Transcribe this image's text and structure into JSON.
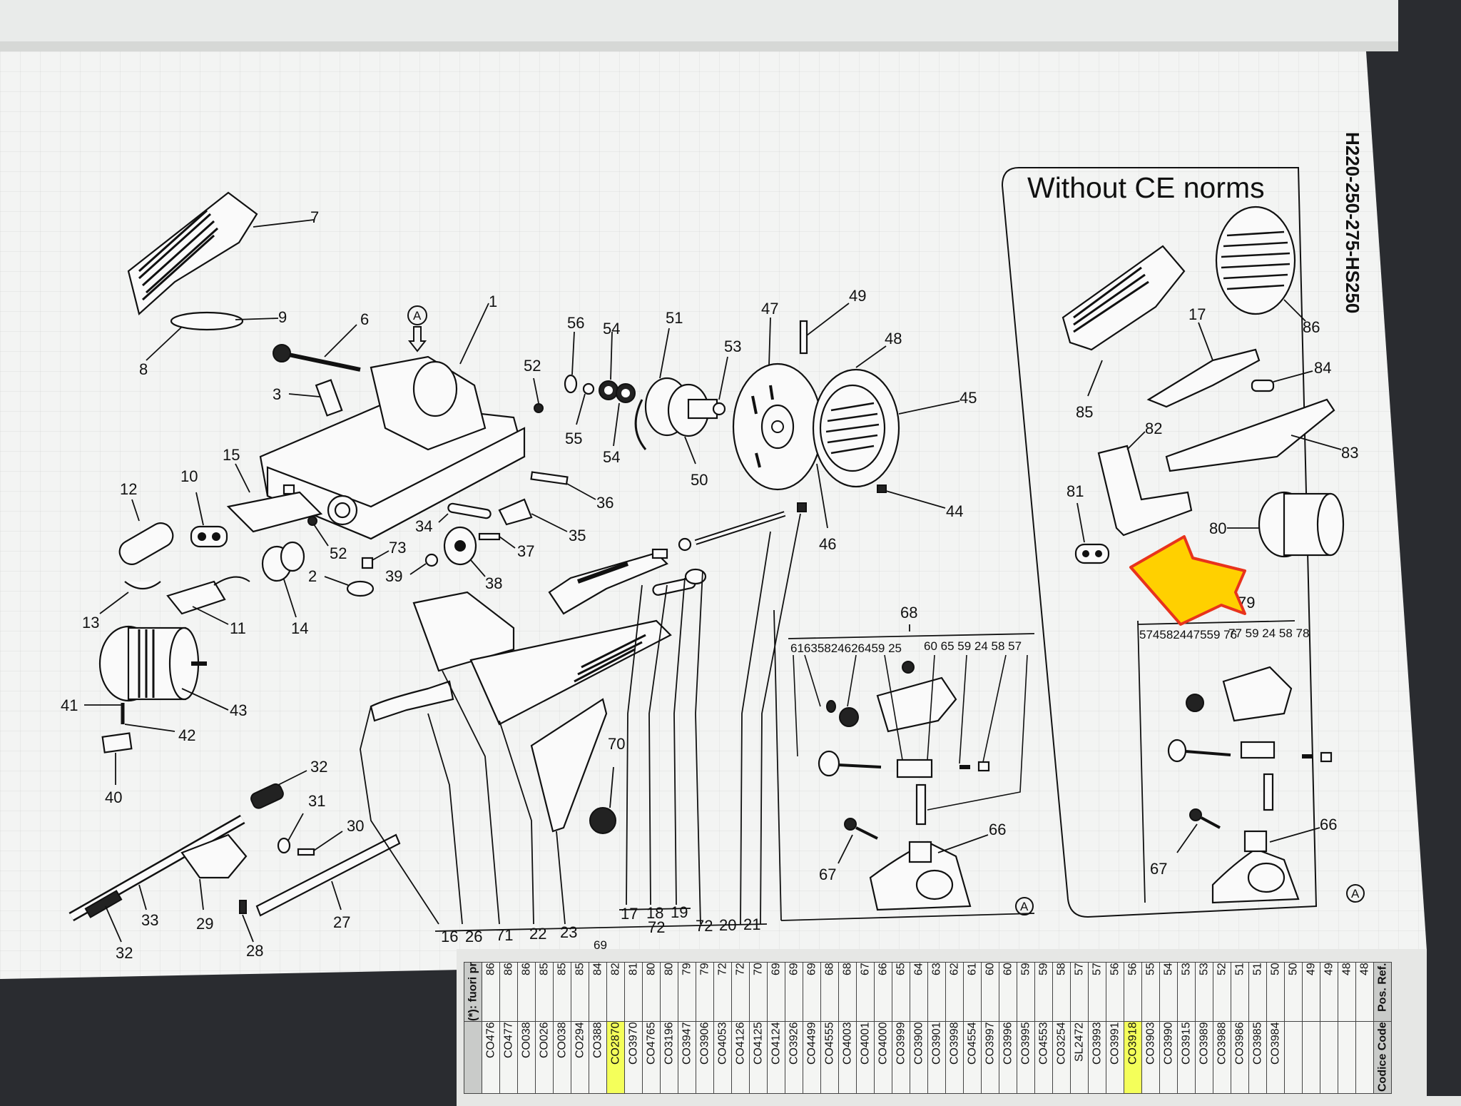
{
  "header": {
    "model_code": "H220-250-275-HS250",
    "ce_box_title": "Without CE norms"
  },
  "main_labels": {
    "l1": "1",
    "l2": "2",
    "l3": "3",
    "l6": "6",
    "l7": "7",
    "l8": "8",
    "l9": "9",
    "l10": "10",
    "l11": "11",
    "l12": "12",
    "l13": "13",
    "l14": "14",
    "l15": "15",
    "l16": "16",
    "l17": "17",
    "l18": "18",
    "l19": "19",
    "l20": "20",
    "l21": "21",
    "l22": "22",
    "l23": "23",
    "l26": "26",
    "l27": "27",
    "l28": "28",
    "l29": "29",
    "l30": "30",
    "l31": "31",
    "l32a": "32",
    "l32b": "32",
    "l33": "33",
    "l34": "34",
    "l35": "35",
    "l36": "36",
    "l37": "37",
    "l38": "38",
    "l39": "39",
    "l40": "40",
    "l41": "41",
    "l42": "42",
    "l43": "43",
    "l44": "44",
    "l45": "45",
    "l46": "46",
    "l47": "47",
    "l48": "48",
    "l49": "49",
    "l50": "50",
    "l51": "51",
    "l52a": "52",
    "l52b": "52",
    "l53": "53",
    "l54a": "54",
    "l54b": "54",
    "l55": "55",
    "l56": "56",
    "l69": "69",
    "l70": "70",
    "l71": "71",
    "l72a": "72",
    "l72b": "72",
    "l73": "73",
    "marker_a": "A"
  },
  "detail_a": {
    "l68": "68",
    "row": "61635824626459 25",
    "row2": "60 65 59 24 58 57",
    "l66": "66",
    "l67": "67",
    "marker": "A"
  },
  "ce_labels": {
    "l17": "17",
    "l79": "79",
    "l80": "80",
    "l81": "81",
    "l82": "82",
    "l83": "83",
    "l84": "84",
    "l85": "85",
    "l86": "86",
    "l66": "66",
    "l67": "67",
    "row": "574582447559 76",
    "row2": "77 59 24 58 78",
    "marker": "A"
  },
  "parts_table": {
    "header_pos": "Pos. Ref.",
    "header_code": "Codice Code",
    "footnote": "(*): fuori produzione",
    "positions": [
      "48",
      "48",
      "49",
      "49",
      "50",
      "50",
      "51",
      "51",
      "52",
      "53",
      "53",
      "54",
      "55",
      "56",
      "56",
      "57",
      "57",
      "58",
      "59",
      "59",
      "60",
      "60",
      "61",
      "62",
      "63",
      "64",
      "65",
      "66",
      "67",
      "68",
      "68",
      "69",
      "69",
      "69",
      "70",
      "72",
      "72",
      "79",
      "79",
      "80",
      "80",
      "81",
      "82",
      "84",
      "85",
      "85",
      "85",
      "86",
      "86",
      "86"
    ],
    "codes": [
      "CO3985",
      "CO3986",
      "CO3988",
      "CO3989",
      "CO3915",
      "CO3990",
      "CO3903",
      "CO3918",
      "CO3991",
      "CO3993",
      "SL2472",
      "CO3254",
      "CO4553",
      "CO3995",
      "CO3996",
      "CO3997",
      "CO4554",
      "CO3998",
      "CO3901",
      "CO3900",
      "CO3999",
      "CO4000",
      "CO4001",
      "CO4003",
      "CO4555",
      "CO4499",
      "CO3926",
      "CO4124",
      "CO4125",
      "CO4126",
      "CO4053",
      "CO3906",
      "CO3947",
      "CO3196",
      "CO4765",
      "CO3970",
      "CO2870",
      "CO388",
      "CO294",
      "CO038",
      "CO026",
      "CO038",
      "CO477",
      "CO476",
      "CO3984"
    ],
    "highlighted": [
      "CO3918",
      "CO2870"
    ]
  }
}
